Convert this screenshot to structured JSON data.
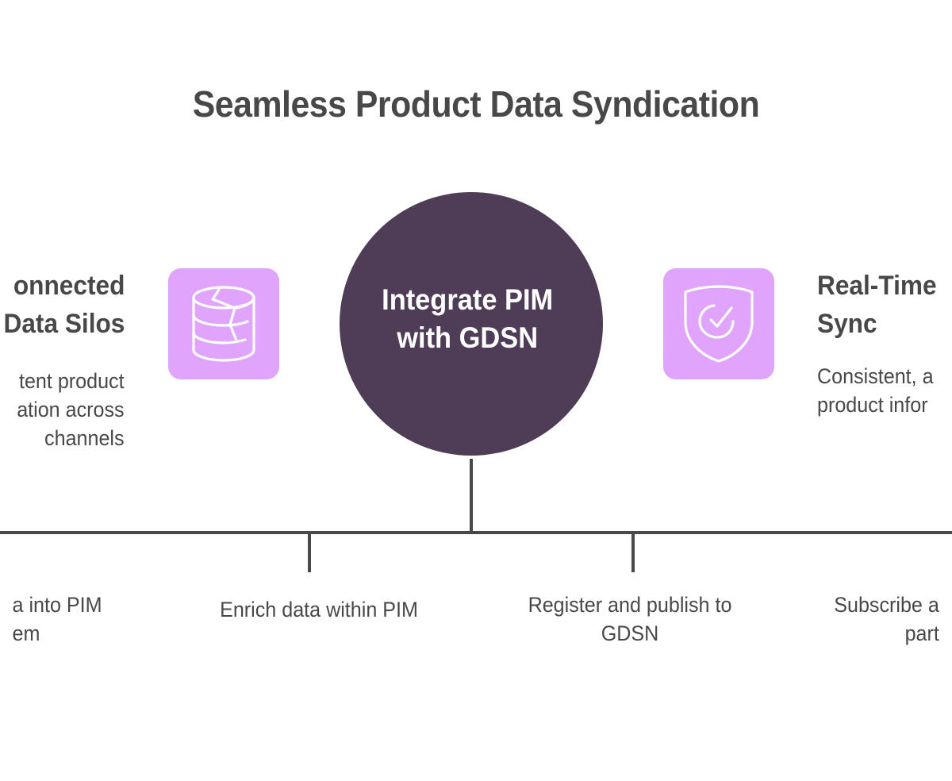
{
  "title": "Seamless Product Data Syndication",
  "hub": {
    "label_line1": "Integrate PIM",
    "label_line2": "with GDSN",
    "color": "#4f3c57"
  },
  "left_card": {
    "heading_line1": "onnected",
    "heading_line2": "Data Silos",
    "desc_line1": "tent product",
    "desc_line2": "ation across",
    "desc_line3": "channels",
    "icon": "broken-database-icon",
    "tile_color": "#e0a4fc"
  },
  "right_card": {
    "heading_line1": "Real-Time",
    "heading_line2": "Sync",
    "desc_line1": "Consistent, a",
    "desc_line2": "product infor",
    "icon": "shield-check-icon",
    "tile_color": "#e0a4fc"
  },
  "steps": [
    {
      "line1": "a into PIM",
      "line2": "em"
    },
    {
      "line1": "Enrich data within PIM",
      "line2": ""
    },
    {
      "line1": "Register and publish to",
      "line2": "GDSN"
    },
    {
      "line1": "Subscribe a",
      "line2": "part"
    }
  ],
  "colors": {
    "text": "#484848",
    "line": "#484848",
    "background": "#ffffff"
  }
}
